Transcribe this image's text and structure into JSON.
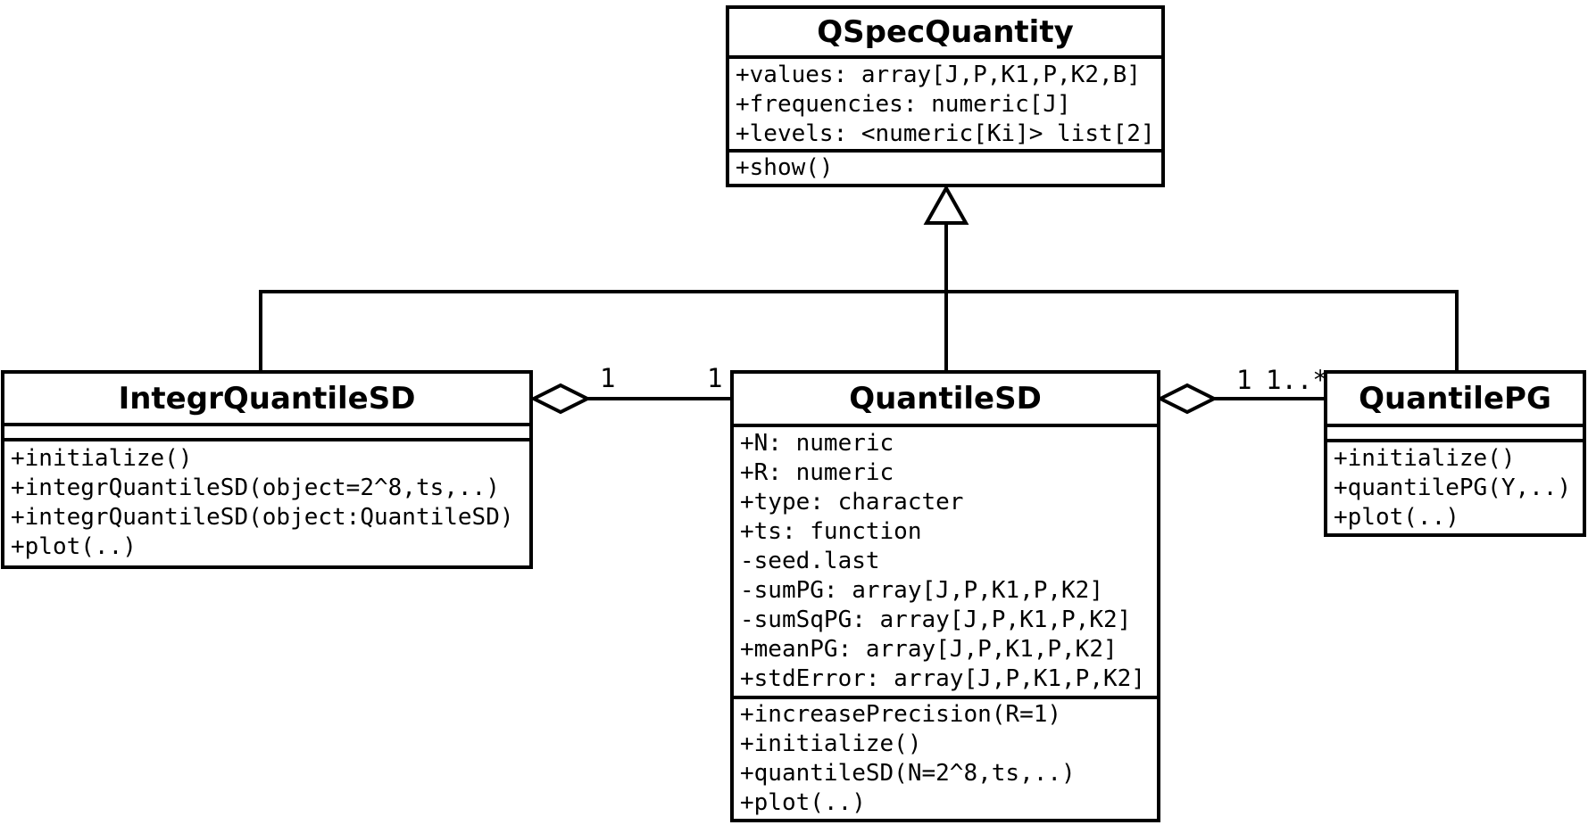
{
  "diagram": {
    "kind": "uml-class-diagram",
    "colors": {
      "line": "#000000",
      "background": "#ffffff"
    },
    "classes": [
      {
        "name": "QSpecQuantity",
        "attributes": [
          "+values: array[J,P,K1,P,K2,B]",
          "+frequencies: numeric[J]",
          "+levels: <numeric[Ki]> list[2]"
        ],
        "methods": [
          "+show()"
        ]
      },
      {
        "name": "IntegrQuantileSD",
        "attributes": [],
        "methods": [
          "+initialize()",
          "+integrQuantileSD(object=2^8,ts,..)",
          "+integrQuantileSD(object:QuantileSD)",
          "+plot(..)"
        ]
      },
      {
        "name": "QuantileSD",
        "attributes": [
          "+N: numeric",
          "+R: numeric",
          "+type: character",
          "+ts: function",
          "-seed.last",
          "-sumPG: array[J,P,K1,P,K2]",
          "-sumSqPG: array[J,P,K1,P,K2]",
          "+meanPG: array[J,P,K1,P,K2]",
          "+stdError: array[J,P,K1,P,K2]"
        ],
        "methods": [
          "+increasePrecision(R=1)",
          "+initialize()",
          "+quantileSD(N=2^8,ts,..)",
          "+plot(..)"
        ]
      },
      {
        "name": "QuantilePG",
        "attributes": [],
        "methods": [
          "+initialize()",
          "+quantilePG(Y,..)",
          "+plot(..)"
        ]
      }
    ],
    "relations": [
      {
        "type": "generalization",
        "from": "QuantileSD",
        "to": "QSpecQuantity",
        "labels": []
      },
      {
        "type": "aggregation",
        "from": "IntegrQuantileSD",
        "to": "QuantileSD",
        "labels": [
          "1",
          "1"
        ]
      },
      {
        "type": "aggregation",
        "from": "QuantileSD",
        "to": "QuantilePG",
        "labels": [
          "1",
          "1..*"
        ]
      }
    ]
  }
}
